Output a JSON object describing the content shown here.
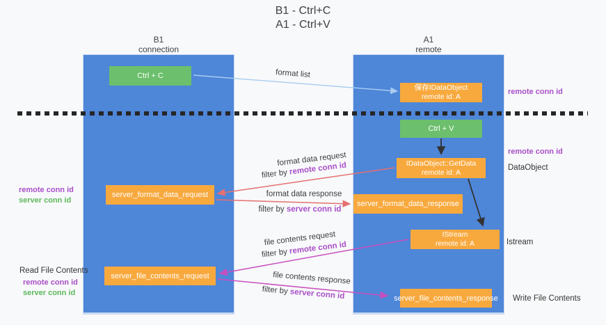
{
  "title": {
    "line1": "B1 - Ctrl+C",
    "line2": "A1 - Ctrl+V"
  },
  "columns": {
    "left": {
      "name": "B1",
      "role": "connection"
    },
    "right": {
      "name": "A1",
      "role": "remote"
    }
  },
  "boxes": {
    "ctrl_c": {
      "label": "Ctrl + C"
    },
    "save_dataobject": {
      "line1": "保存IDataObject",
      "line2": "remote id: A"
    },
    "ctrl_v": {
      "label": "Ctrl + V"
    },
    "getdata": {
      "line1": "IDataObject::GetData",
      "line2": "remote id: A"
    },
    "format_request": {
      "label": "server_format_data_request"
    },
    "format_response": {
      "label": "server_format_data_response"
    },
    "istream": {
      "line1": "IStream",
      "line2": "remote id: A"
    },
    "file_request": {
      "label": "server_file_contents_request"
    },
    "file_response": {
      "label": "server_file_contents_response"
    }
  },
  "flow_labels": {
    "format_list": "format list",
    "format_data_request": "format data request",
    "format_data_response": "format data response",
    "file_contents_request": "file contents request",
    "file_contents_response": "file contents response",
    "filter_by": "filter by ",
    "remote_conn_id": "remote conn id",
    "server_conn_id": "server conn id"
  },
  "margin_labels": {
    "right_remote_conn_id_1": "remote conn id",
    "right_remote_conn_id_2": "remote conn id",
    "dataobject": "DataObject",
    "istream": "Istream",
    "write_file_contents": "Write File Contents",
    "read_file_contents": "Read File Contents",
    "left_remote_conn_id_1": "remote conn id",
    "left_server_conn_id_1": "server conn id",
    "left_remote_conn_id_2": "remote conn id",
    "left_server_conn_id_2": "server conn id"
  },
  "colors": {
    "canvas-bg": "#f8f9fa",
    "column-blue": "#4e86d8",
    "column-border": "#c9d9f2",
    "box-green": "#6cbf6c",
    "box-orange": "#f8a93e",
    "text-dark": "#3d4145",
    "text-purple": "#a94fc8",
    "text-green": "#5cb85c",
    "arrow-lightblue": "#a8cdf0",
    "arrow-red": "#e57070",
    "arrow-magenta": "#c94fc0",
    "arrow-black": "#333333",
    "dash-black": "#262626"
  }
}
